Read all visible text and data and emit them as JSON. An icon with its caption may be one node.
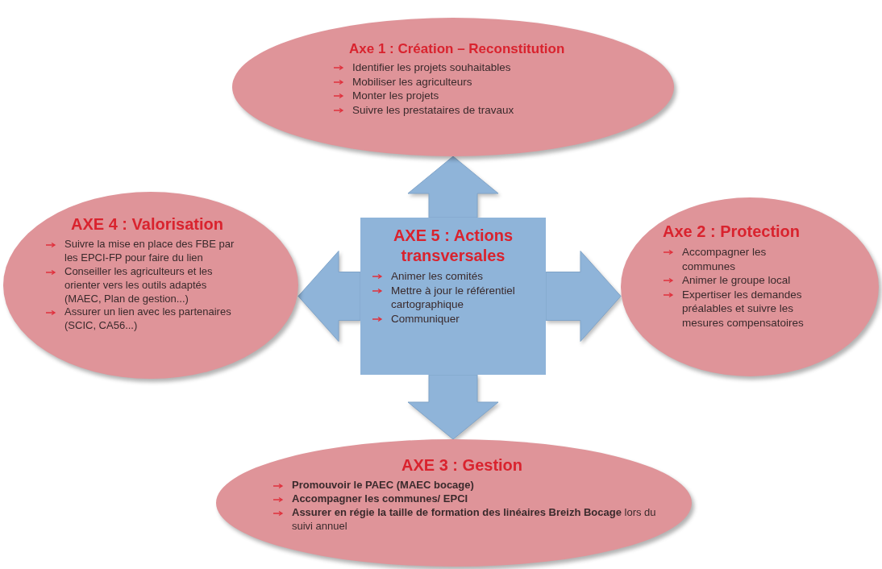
{
  "diagram": {
    "nodes": [
      {
        "text": [
          "Axe 1 : Création – Reconstitution",
          "Identifier les projets souhaitables",
          "Mobiliser les agriculteurs",
          "Monter les projets",
          "Suivre les prestataires de travaux"
        ]
      },
      {
        "text": [
          "AXE 4 : Valorisation",
          "Suivre la mise en place des FBE par les EPCI-FP pour faire du lien",
          "Conseiller les agriculteurs et les orienter vers les outils adaptés (MAEC, Plan de gestion...)",
          "Assurer un lien avec les partenaires (SCIC, CA56...)"
        ]
      },
      {
        "text": [
          "AXE 5 : Actions transversales",
          "Animer les comités",
          "Mettre à jour le référentiel cartographique",
          "Communiquer"
        ]
      },
      {
        "text": [
          "Axe 2 : Protection",
          "Accompagner les communes",
          "Animer le groupe local",
          "Expertiser les demandes préalables et suivre les mesures compensatoires"
        ]
      },
      {
        "text": [
          "AXE 3 : Gestion",
          "Promouvoir le PAEC (MAEC bocage)",
          "Accompagner les communes/ EPCI",
          "**Assurer en régie la taille de formation des linéaires Breizh Bocage** lors du suivi annuel"
        ]
      }
    ],
    "edges": [
      {
        "from": 2,
        "to": 0,
        "arrow": "to",
        "style": "thick"
      },
      {
        "from": 2,
        "to": 1,
        "arrow": "to",
        "style": "thick"
      },
      {
        "from": 2,
        "to": 3,
        "arrow": "to",
        "style": "thick"
      },
      {
        "from": 2,
        "to": 4,
        "arrow": "to",
        "style": "thick"
      }
    ]
  }
}
